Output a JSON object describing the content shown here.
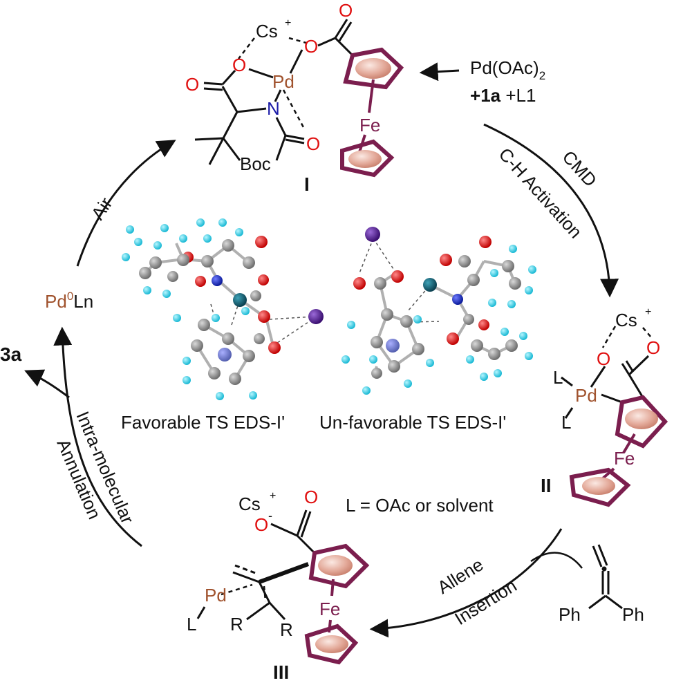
{
  "colors": {
    "ring": "#7b1e4e",
    "palladium": "#a0522d",
    "oxygen": "#e01010",
    "nitrogen": "#1a1aa8",
    "ellipse": "#e3a999",
    "carbon_ball": "#8c8c8c",
    "hydrogen_ball": "#35d7f0",
    "cesium_ball": "#4a1a8a",
    "pd_ball": "#0f5b6e"
  },
  "labels": {
    "cs_plus": "Cs",
    "plus": "+",
    "pd": "Pd",
    "fe": "Fe",
    "o": "O",
    "n": "N",
    "boc": "Boc",
    "l": "L",
    "r": "R",
    "ph": "Ph",
    "o_minus": "O",
    "minus": "-",
    "pd0": "Pd",
    "sup0": "0",
    "ln": "Ln",
    "product": "3a",
    "reagent_line1": "Pd(OAc)",
    "reagent_sub2": "2",
    "reagent_line2_plus": "+",
    "reagent_line2_bold": "1a",
    "reagent_line2_rest": " +L1",
    "ligand_def": "L = OAc or solvent"
  },
  "intermediates": {
    "i": "I",
    "ii": "II",
    "iii": "III"
  },
  "steps": {
    "cmd": "CMD",
    "ch_activation": "C-H Activation",
    "allene": "Allene",
    "insertion": "Insertion",
    "intra": "Intra-molecular",
    "annulation": "Annulation",
    "air": "Air"
  },
  "ts": {
    "favorable": "Favorable TS EDS-I'",
    "unfavorable": "Un-favorable TS EDS-I'"
  }
}
